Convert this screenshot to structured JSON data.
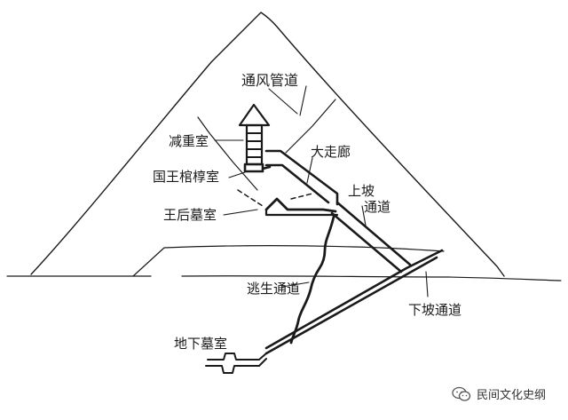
{
  "diagram": {
    "labels": {
      "air_shafts": "通风管道",
      "relieving_chambers": "减重室",
      "kings_chamber": "国王棺椁室",
      "grand_gallery": "大走廊",
      "ascending_passage_1": "上坡",
      "ascending_passage_2": "通道",
      "queens_chamber": "王后墓室",
      "escape_shaft": "逃生通道",
      "descending_passage": "下坡通道",
      "subterranean_chamber": "地下墓室"
    }
  },
  "watermark": {
    "text": "民间文化史纲"
  },
  "colors": {
    "ink": "#1a1a1a",
    "background": "#ffffff"
  }
}
